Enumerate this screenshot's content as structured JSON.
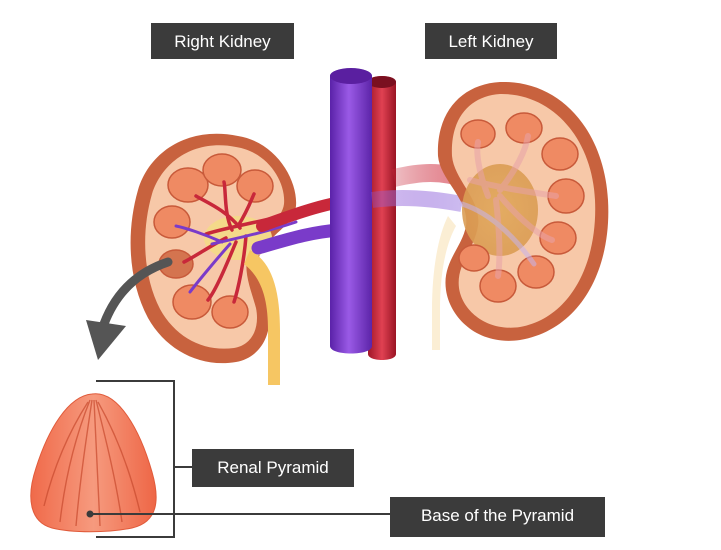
{
  "labels": {
    "right_kidney": "Right Kidney",
    "left_kidney": "Left Kidney",
    "renal_pyramid": "Renal Pyramid",
    "base_of_pyramid": "Base of the Pyramid"
  },
  "colors": {
    "label_bg": "#3b3b3b",
    "label_text": "#ffffff",
    "kidney_capsule": "#c8623e",
    "cortex": "#f7c8a8",
    "pyramid": "#ef8a63",
    "vena_cava": "#7a3bc9",
    "aorta": "#c8283a",
    "ureter": "#f6c663",
    "callout_line": "#3b3b3b",
    "arrow": "#555555"
  }
}
